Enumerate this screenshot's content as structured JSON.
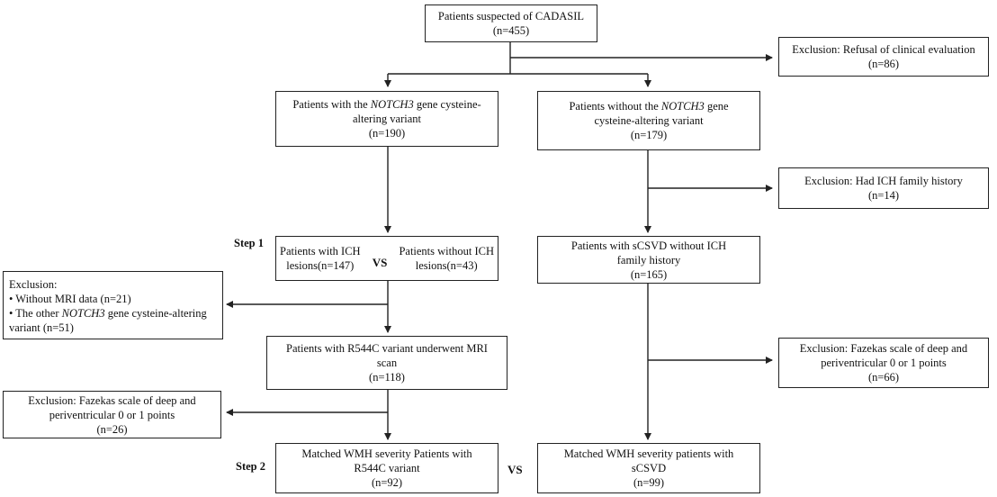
{
  "boxes": {
    "start": {
      "line1": "Patients suspected of CADASIL",
      "line2": "(n=455)"
    },
    "excl_refusal": {
      "line1": "Exclusion: Refusal of clinical evaluation",
      "line2": "(n=86)"
    },
    "with_notch3": {
      "pre": "Patients with the ",
      "ital": "NOTCH3",
      "post": " gene  cysteine-",
      "line2": "altering variant",
      "line3": "(n=190)"
    },
    "without_notch3": {
      "pre": "Patients without the ",
      "ital": "NOTCH3",
      "post": " gene",
      "line2": "cysteine-altering variant",
      "line3": "(n=179)"
    },
    "excl_ich_family": {
      "line1": "Exclusion: Had ICH family history",
      "line2": "(n=14)"
    },
    "ich_compare": {
      "left1": "Patients with ICH",
      "left2": "lesions(n=147)",
      "vs": "VS",
      "right1": "Patients without ICH",
      "right2": "lesions(n=43)"
    },
    "scsvd_no_ich": {
      "line1": "Patients with sCSVD without ICH",
      "line2": "family history",
      "line3": "(n=165)"
    },
    "excl_mri": {
      "title": "Exclusion:",
      "item1": "• Without MRI data (n=21)",
      "item2_pre": "• The other ",
      "item2_ital": "NOTCH3",
      "item2_post": " gene cysteine-altering",
      "item2_cont": "variant (n=51)"
    },
    "r544c_mri": {
      "line1": "Patients with R544C variant underwent MRI",
      "line2": "scan",
      "line3": "(n=118)"
    },
    "excl_fazekas_right": {
      "line1": "Exclusion: Fazekas scale of deep and",
      "line2": "periventricular 0 or 1 points",
      "line3": "(n=66)"
    },
    "excl_fazekas_left": {
      "line1": "Exclusion: Fazekas scale of deep and",
      "line2": "periventricular 0 or 1 points",
      "line3": "(n=26)"
    },
    "matched_r544c": {
      "line1": "Matched WMH severity Patients with",
      "line2": "R544C variant",
      "line3": "(n=92)"
    },
    "matched_scsvd": {
      "line1": "Matched WMH severity patients with",
      "line2": "sCSVD",
      "line3": "(n=99)"
    }
  },
  "labels": {
    "step1": "Step 1",
    "step2": "Step 2",
    "vs_bottom": "VS"
  }
}
